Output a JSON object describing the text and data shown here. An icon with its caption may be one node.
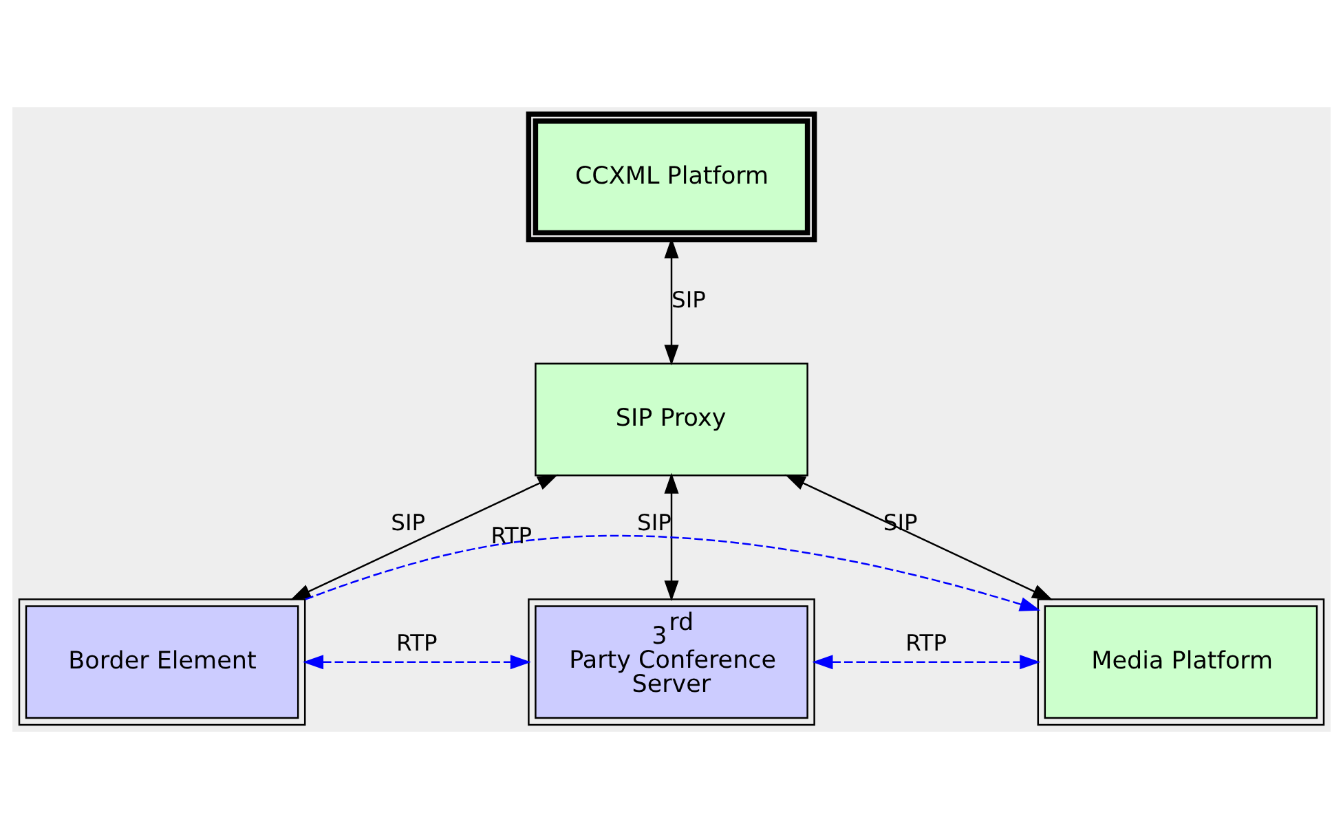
{
  "diagram": {
    "nodes": [
      {
        "text": [
          "CCXML Platform"
        ]
      },
      {
        "text": [
          "SIP Proxy"
        ]
      },
      {
        "text": [
          "Border Element"
        ]
      },
      {
        "text": [
          "3$^{rd}$ Party Conference Server"
        ]
      },
      {
        "text": [
          "Media Platform"
        ]
      }
    ],
    "edges": [
      {
        "from": 0,
        "to": 1,
        "arrow": "both",
        "label": "SIP"
      },
      {
        "from": 1,
        "to": 2,
        "arrow": "both",
        "label": "SIP"
      },
      {
        "from": 1,
        "to": 3,
        "arrow": "both",
        "label": "SIP"
      },
      {
        "from": 1,
        "to": 4,
        "arrow": "both",
        "label": "SIP"
      },
      {
        "from": 2,
        "to": 3,
        "arrow": "both",
        "label": "RTP",
        "style": "dashed",
        "color": "#0000ff"
      },
      {
        "from": 3,
        "to": 4,
        "arrow": "both",
        "label": "RTP",
        "style": "dashed",
        "color": "#0000ff"
      },
      {
        "from": 2,
        "to": 4,
        "arrow": "to",
        "label": "RTP",
        "style": "dashed",
        "color": "#0000ff"
      }
    ]
  }
}
